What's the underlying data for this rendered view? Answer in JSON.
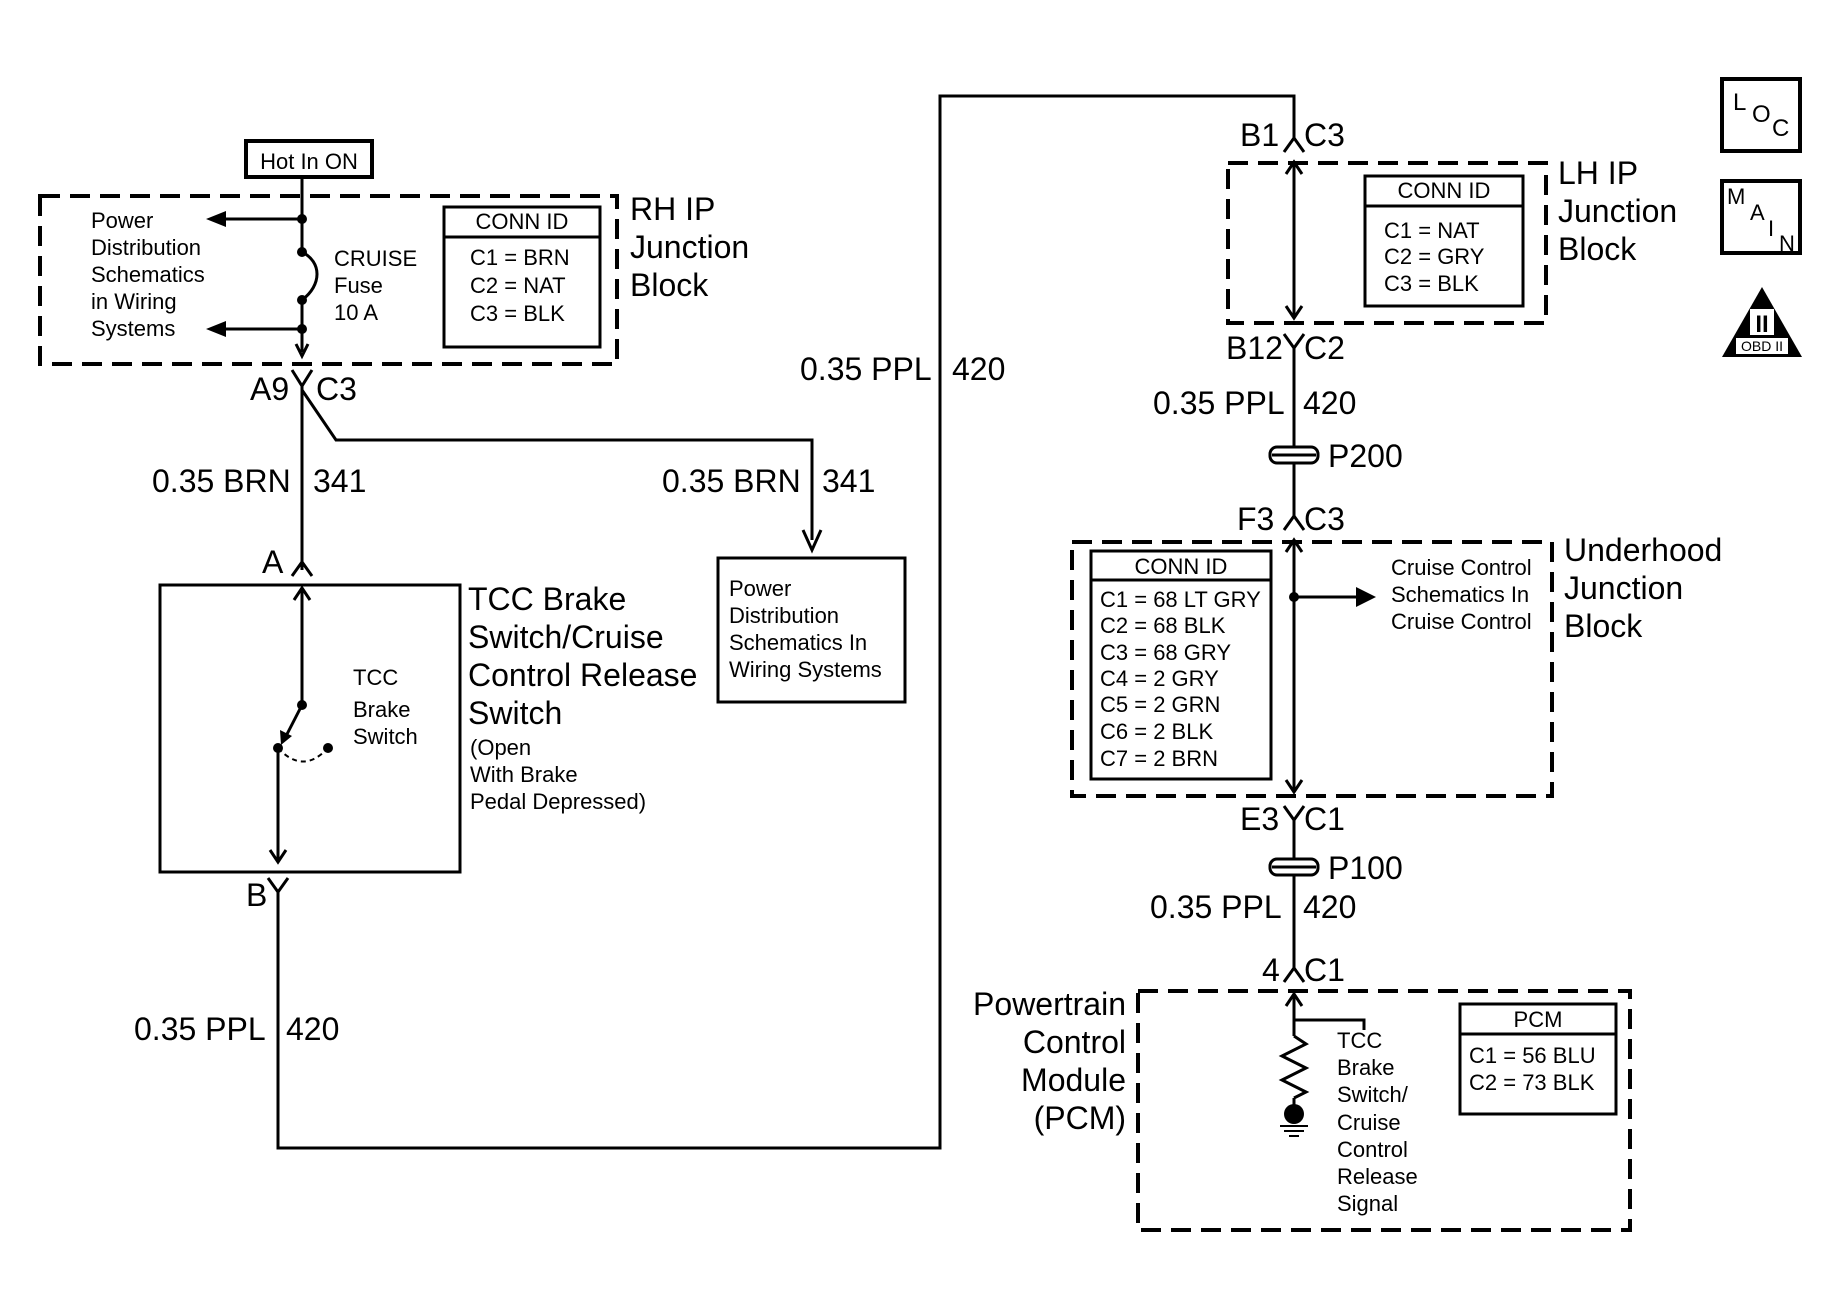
{
  "icons": {
    "loc": "L O C",
    "main": "M A I N",
    "obd_roman": "II",
    "obd_label": "OBD II"
  },
  "hot_in_on": "Hot In ON",
  "rh_ip": {
    "title": [
      "RH IP",
      "Junction",
      "Block"
    ],
    "power_ref": [
      "Power",
      "Distribution",
      "Schematics",
      "in Wiring",
      "Systems"
    ],
    "fuse": [
      "CRUISE",
      "Fuse",
      "10 A"
    ],
    "conn": {
      "title": "CONN ID",
      "items": [
        "C1 = BRN",
        "C2 = NAT",
        "C3 = BLK"
      ]
    },
    "out_pin": "A9",
    "out_conn": "C3"
  },
  "wires": {
    "brn_left": {
      "size": "0.35 BRN",
      "circuit": "341"
    },
    "brn_right": {
      "size": "0.35 BRN",
      "circuit": "341"
    },
    "ppl_bottom": {
      "size": "0.35 PPL",
      "circuit": "420"
    },
    "ppl_mid": {
      "size": "0.35 PPL",
      "circuit": "420"
    },
    "ppl_right_1": {
      "size": "0.35 PPL",
      "circuit": "420"
    },
    "ppl_right_2": {
      "size": "0.35 PPL",
      "circuit": "420"
    }
  },
  "power_dist_box": [
    "Power",
    "Distribution",
    "Schematics In",
    "Wiring Systems"
  ],
  "tcc_switch": {
    "pin_a": "A",
    "pin_b": "B",
    "inner": [
      "TCC",
      "Brake",
      "Switch"
    ],
    "title": [
      "TCC Brake",
      "Switch/Cruise",
      "Control Release",
      "Switch"
    ],
    "note": [
      "(Open",
      "With Brake",
      "Pedal Depressed)"
    ]
  },
  "lh_ip": {
    "title": [
      "LH IP",
      "Junction",
      "Block"
    ],
    "top_pin": "B1",
    "top_conn": "C3",
    "bottom_pin": "B12",
    "bottom_conn": "C2",
    "conn": {
      "title": "CONN ID",
      "items": [
        "C1 = NAT",
        "C2 = GRY",
        "C3 = BLK"
      ]
    }
  },
  "splices": {
    "p200": "P200",
    "p100": "P100"
  },
  "underhood": {
    "title": [
      "Underhood",
      "Junction",
      "Block"
    ],
    "top_pin": "F3",
    "top_conn": "C3",
    "bottom_pin": "E3",
    "bottom_conn": "C1",
    "cruise_ref": [
      "Cruise Control",
      "Schematics In",
      "Cruise Control"
    ],
    "conn": {
      "title": "CONN ID",
      "items": [
        "C1 = 68 LT GRY",
        "C2 = 68 BLK",
        "C3 = 68 GRY",
        "C4 = 2 GRY",
        "C5 = 2 GRN",
        "C6 = 2 BLK",
        "C7 = 2 BRN"
      ]
    }
  },
  "pcm": {
    "title": [
      "Powertrain",
      "Control",
      "Module",
      "(PCM)"
    ],
    "pin": "4",
    "conn": "C1",
    "signal": [
      "TCC",
      "Brake",
      "Switch/",
      "Cruise",
      "Control",
      "Release",
      "Signal"
    ],
    "table": {
      "title": "PCM",
      "items": [
        "C1 = 56 BLU",
        "C2 = 73 BLK"
      ]
    }
  }
}
